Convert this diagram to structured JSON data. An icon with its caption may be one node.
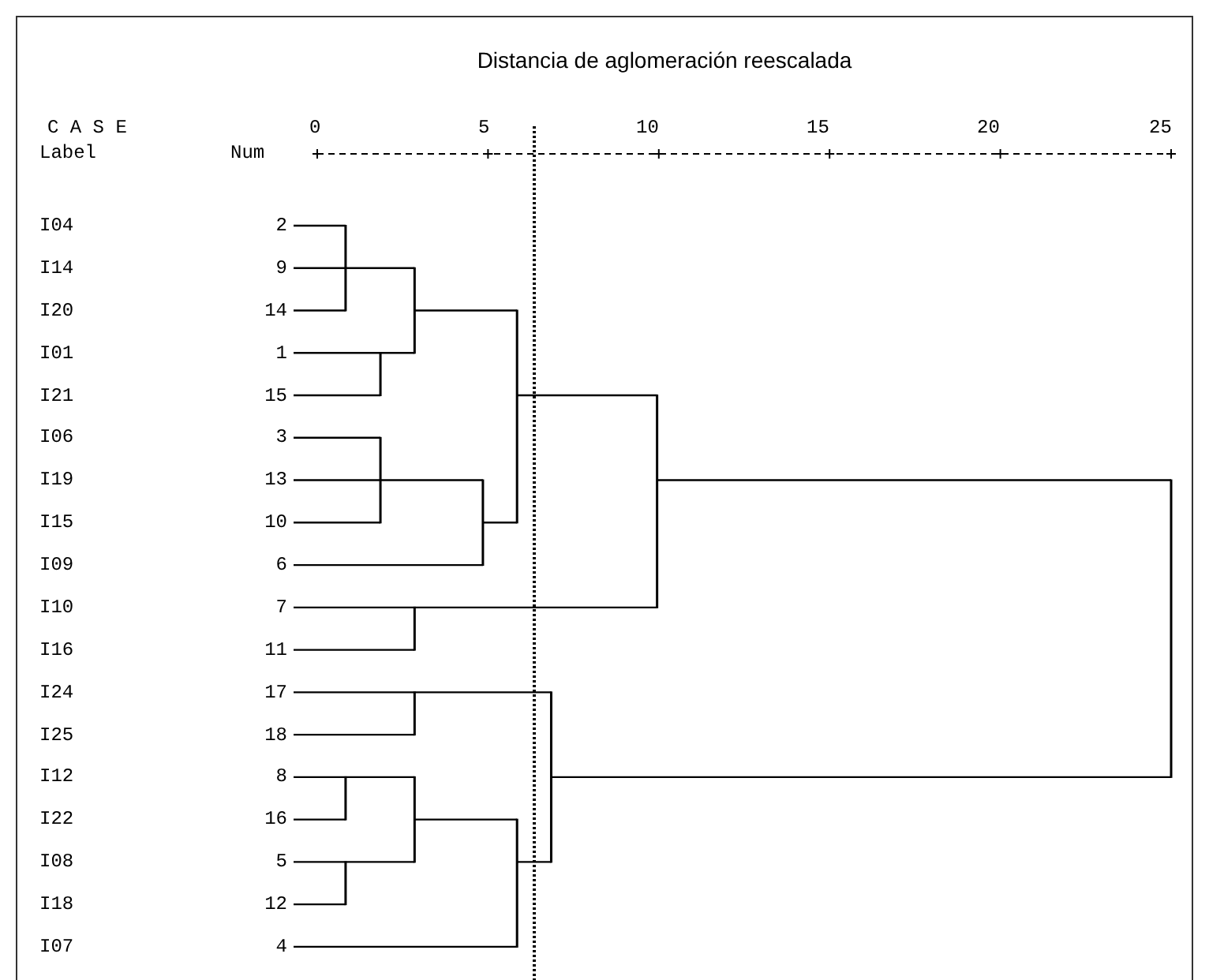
{
  "diagram": {
    "title": "Distancia de aglomeración reescalada",
    "nodes": [
      {
        "text": [
          "I04",
          "2"
        ]
      },
      {
        "text": [
          "I14",
          "9"
        ]
      },
      {
        "text": [
          "I20",
          "14"
        ]
      },
      {
        "text": [
          "I01",
          "1"
        ]
      },
      {
        "text": [
          "I21",
          "15"
        ]
      },
      {
        "text": [
          "I06",
          "3"
        ]
      },
      {
        "text": [
          "I19",
          "13"
        ]
      },
      {
        "text": [
          "I15",
          "10"
        ]
      },
      {
        "text": [
          "I09",
          "6"
        ]
      },
      {
        "text": [
          "I10",
          "7"
        ]
      },
      {
        "text": [
          "I16",
          "11"
        ]
      },
      {
        "text": [
          "I24",
          "17"
        ]
      },
      {
        "text": [
          "I25",
          "18"
        ]
      },
      {
        "text": [
          "I12",
          "8"
        ]
      },
      {
        "text": [
          "I22",
          "16"
        ]
      },
      {
        "text": [
          "I08",
          "5"
        ]
      },
      {
        "text": [
          "I18",
          "12"
        ]
      },
      {
        "text": [
          "I07",
          "4"
        ]
      },
      {
        "text": [],
        "shape": "bar"
      },
      {
        "text": [],
        "shape": "bar"
      },
      {
        "text": [],
        "shape": "bar"
      },
      {
        "text": [],
        "shape": "bar"
      },
      {
        "text": [],
        "shape": "bar"
      },
      {
        "text": [],
        "shape": "bar"
      },
      {
        "text": [],
        "shape": "bar"
      },
      {
        "text": [],
        "shape": "bar"
      },
      {
        "text": [],
        "shape": "bar"
      },
      {
        "text": [],
        "shape": "bar"
      },
      {
        "text": [],
        "shape": "bar"
      },
      {
        "text": [],
        "shape": "bar"
      },
      {
        "text": [],
        "shape": "bar"
      },
      {
        "text": [],
        "shape": "bar"
      },
      {
        "text": [],
        "shape": "bar"
      }
    ],
    "edges": [
      {
        "from": 0,
        "to": 18,
        "arrow": "none"
      },
      {
        "from": 1,
        "to": 18,
        "arrow": "none"
      },
      {
        "from": 2,
        "to": 18,
        "arrow": "none"
      },
      {
        "from": 3,
        "to": 19,
        "arrow": "none"
      },
      {
        "from": 4,
        "to": 19,
        "arrow": "none"
      },
      {
        "from": 18,
        "to": 20,
        "arrow": "none"
      },
      {
        "from": 19,
        "to": 20,
        "arrow": "none"
      },
      {
        "from": 5,
        "to": 21,
        "arrow": "none"
      },
      {
        "from": 6,
        "to": 21,
        "arrow": "none"
      },
      {
        "from": 7,
        "to": 21,
        "arrow": "none"
      },
      {
        "from": 21,
        "to": 22,
        "arrow": "none"
      },
      {
        "from": 8,
        "to": 22,
        "arrow": "none"
      },
      {
        "from": 20,
        "to": 23,
        "arrow": "none"
      },
      {
        "from": 22,
        "to": 23,
        "arrow": "none"
      },
      {
        "from": 9,
        "to": 24,
        "arrow": "none"
      },
      {
        "from": 10,
        "to": 24,
        "arrow": "none"
      },
      {
        "from": 23,
        "to": 25,
        "arrow": "none"
      },
      {
        "from": 24,
        "to": 25,
        "arrow": "none"
      },
      {
        "from": 11,
        "to": 26,
        "arrow": "none"
      },
      {
        "from": 12,
        "to": 26,
        "arrow": "none"
      },
      {
        "from": 13,
        "to": 27,
        "arrow": "none"
      },
      {
        "from": 14,
        "to": 27,
        "arrow": "none"
      },
      {
        "from": 15,
        "to": 28,
        "arrow": "none"
      },
      {
        "from": 16,
        "to": 28,
        "arrow": "none"
      },
      {
        "from": 27,
        "to": 29,
        "arrow": "none"
      },
      {
        "from": 28,
        "to": 29,
        "arrow": "none"
      },
      {
        "from": 29,
        "to": 30,
        "arrow": "none"
      },
      {
        "from": 17,
        "to": 30,
        "arrow": "none"
      },
      {
        "from": 26,
        "to": 31,
        "arrow": "none"
      },
      {
        "from": 30,
        "to": 31,
        "arrow": "none"
      },
      {
        "from": 25,
        "to": 32,
        "arrow": "none"
      },
      {
        "from": 31,
        "to": 32,
        "arrow": "none"
      }
    ],
    "labels": [
      "C A S E",
      "0",
      "5",
      "10",
      "15",
      "20",
      "25",
      "Label",
      "Num"
    ]
  }
}
